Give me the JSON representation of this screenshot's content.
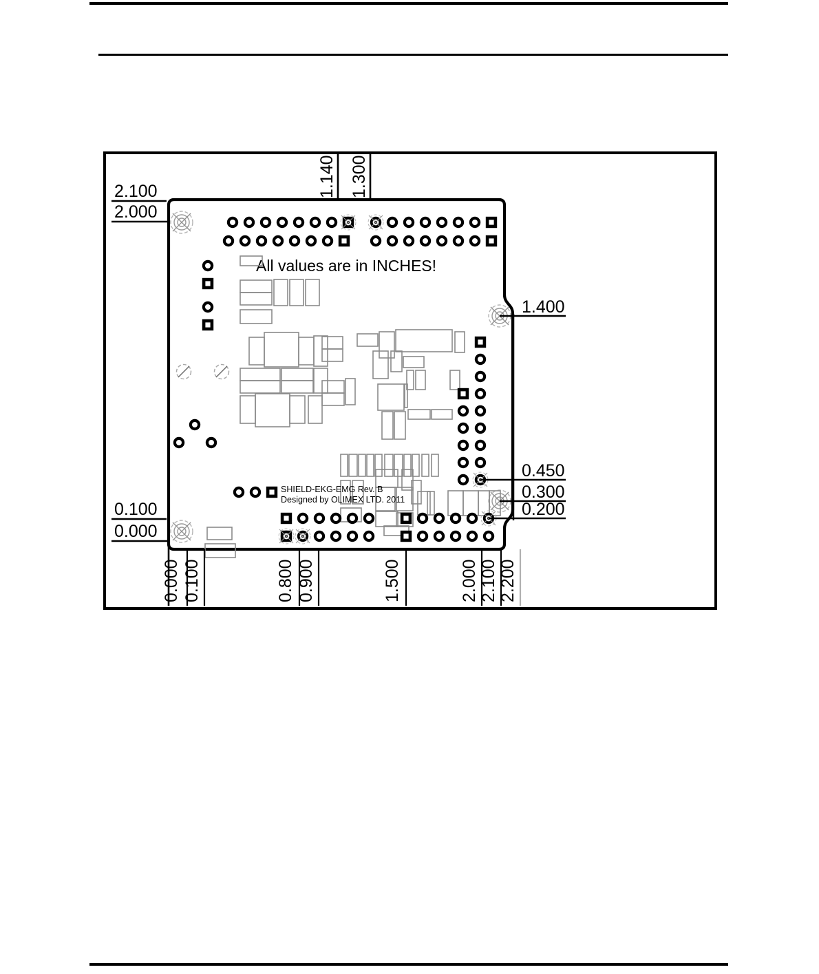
{
  "document": {
    "type": "mechanical-dimension-drawing",
    "note": "All values are in INCHES!",
    "board_label_line1": "SHIELD-EKG-EMG Rev. B",
    "board_label_line2": "Designed by OLIMEX LTD. 2011"
  },
  "colors": {
    "ink": "#000000",
    "paper": "#ffffff",
    "component_outline": "#808080",
    "hole_marker": "#b0b0b0"
  },
  "dimensions": {
    "left": [
      {
        "value": "2.100"
      },
      {
        "value": "2.000"
      },
      {
        "value": "0.100"
      },
      {
        "value": "0.000"
      }
    ],
    "top": [
      {
        "value": "1.140"
      },
      {
        "value": "1.300"
      }
    ],
    "right": [
      {
        "value": "1.400"
      },
      {
        "value": "0.450"
      },
      {
        "value": "0.300"
      },
      {
        "value": "0.200"
      }
    ],
    "bottom": [
      {
        "value": "0.000"
      },
      {
        "value": "0.100"
      },
      {
        "value": "0.800"
      },
      {
        "value": "0.900"
      },
      {
        "value": "1.500"
      },
      {
        "value": "2.000"
      },
      {
        "value": "2.100"
      },
      {
        "value": "2.200"
      }
    ]
  }
}
